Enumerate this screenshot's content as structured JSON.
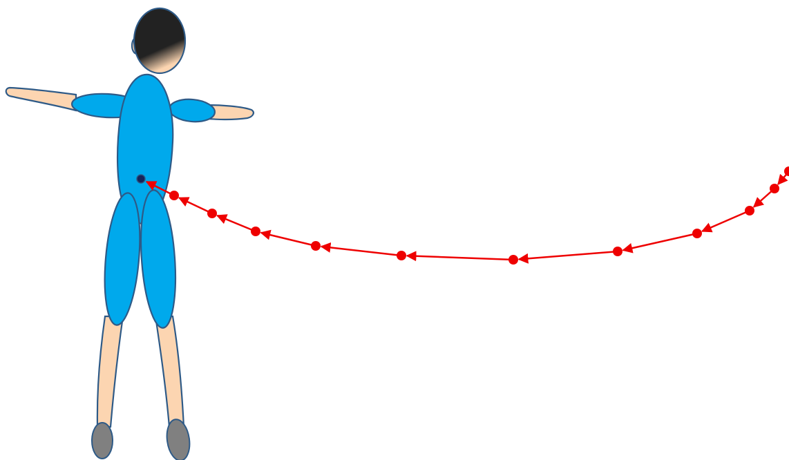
{
  "diagram": {
    "description_text": "",
    "colors": {
      "background": "#ffffff",
      "body": "#00a9ec",
      "body_outline": "#2e5a87",
      "skin": "#fcd5b1",
      "hair": "#222222",
      "shoe": "#808080",
      "trajectory": "#ee0000",
      "center_dot": "#16245a"
    },
    "figure": {
      "parts": [
        "head",
        "hair",
        "ear",
        "torso",
        "left-upper-arm",
        "left-forearm",
        "right-upper-arm",
        "right-forearm",
        "left-thigh",
        "right-thigh",
        "left-shin",
        "right-shin",
        "left-shoe",
        "right-shoe",
        "center-of-mass-dot"
      ]
    },
    "trajectory": {
      "type": "curved-path-with-arrows",
      "direction": "right-to-left",
      "point_count": 13,
      "ends_at": "center-of-mass"
    }
  }
}
